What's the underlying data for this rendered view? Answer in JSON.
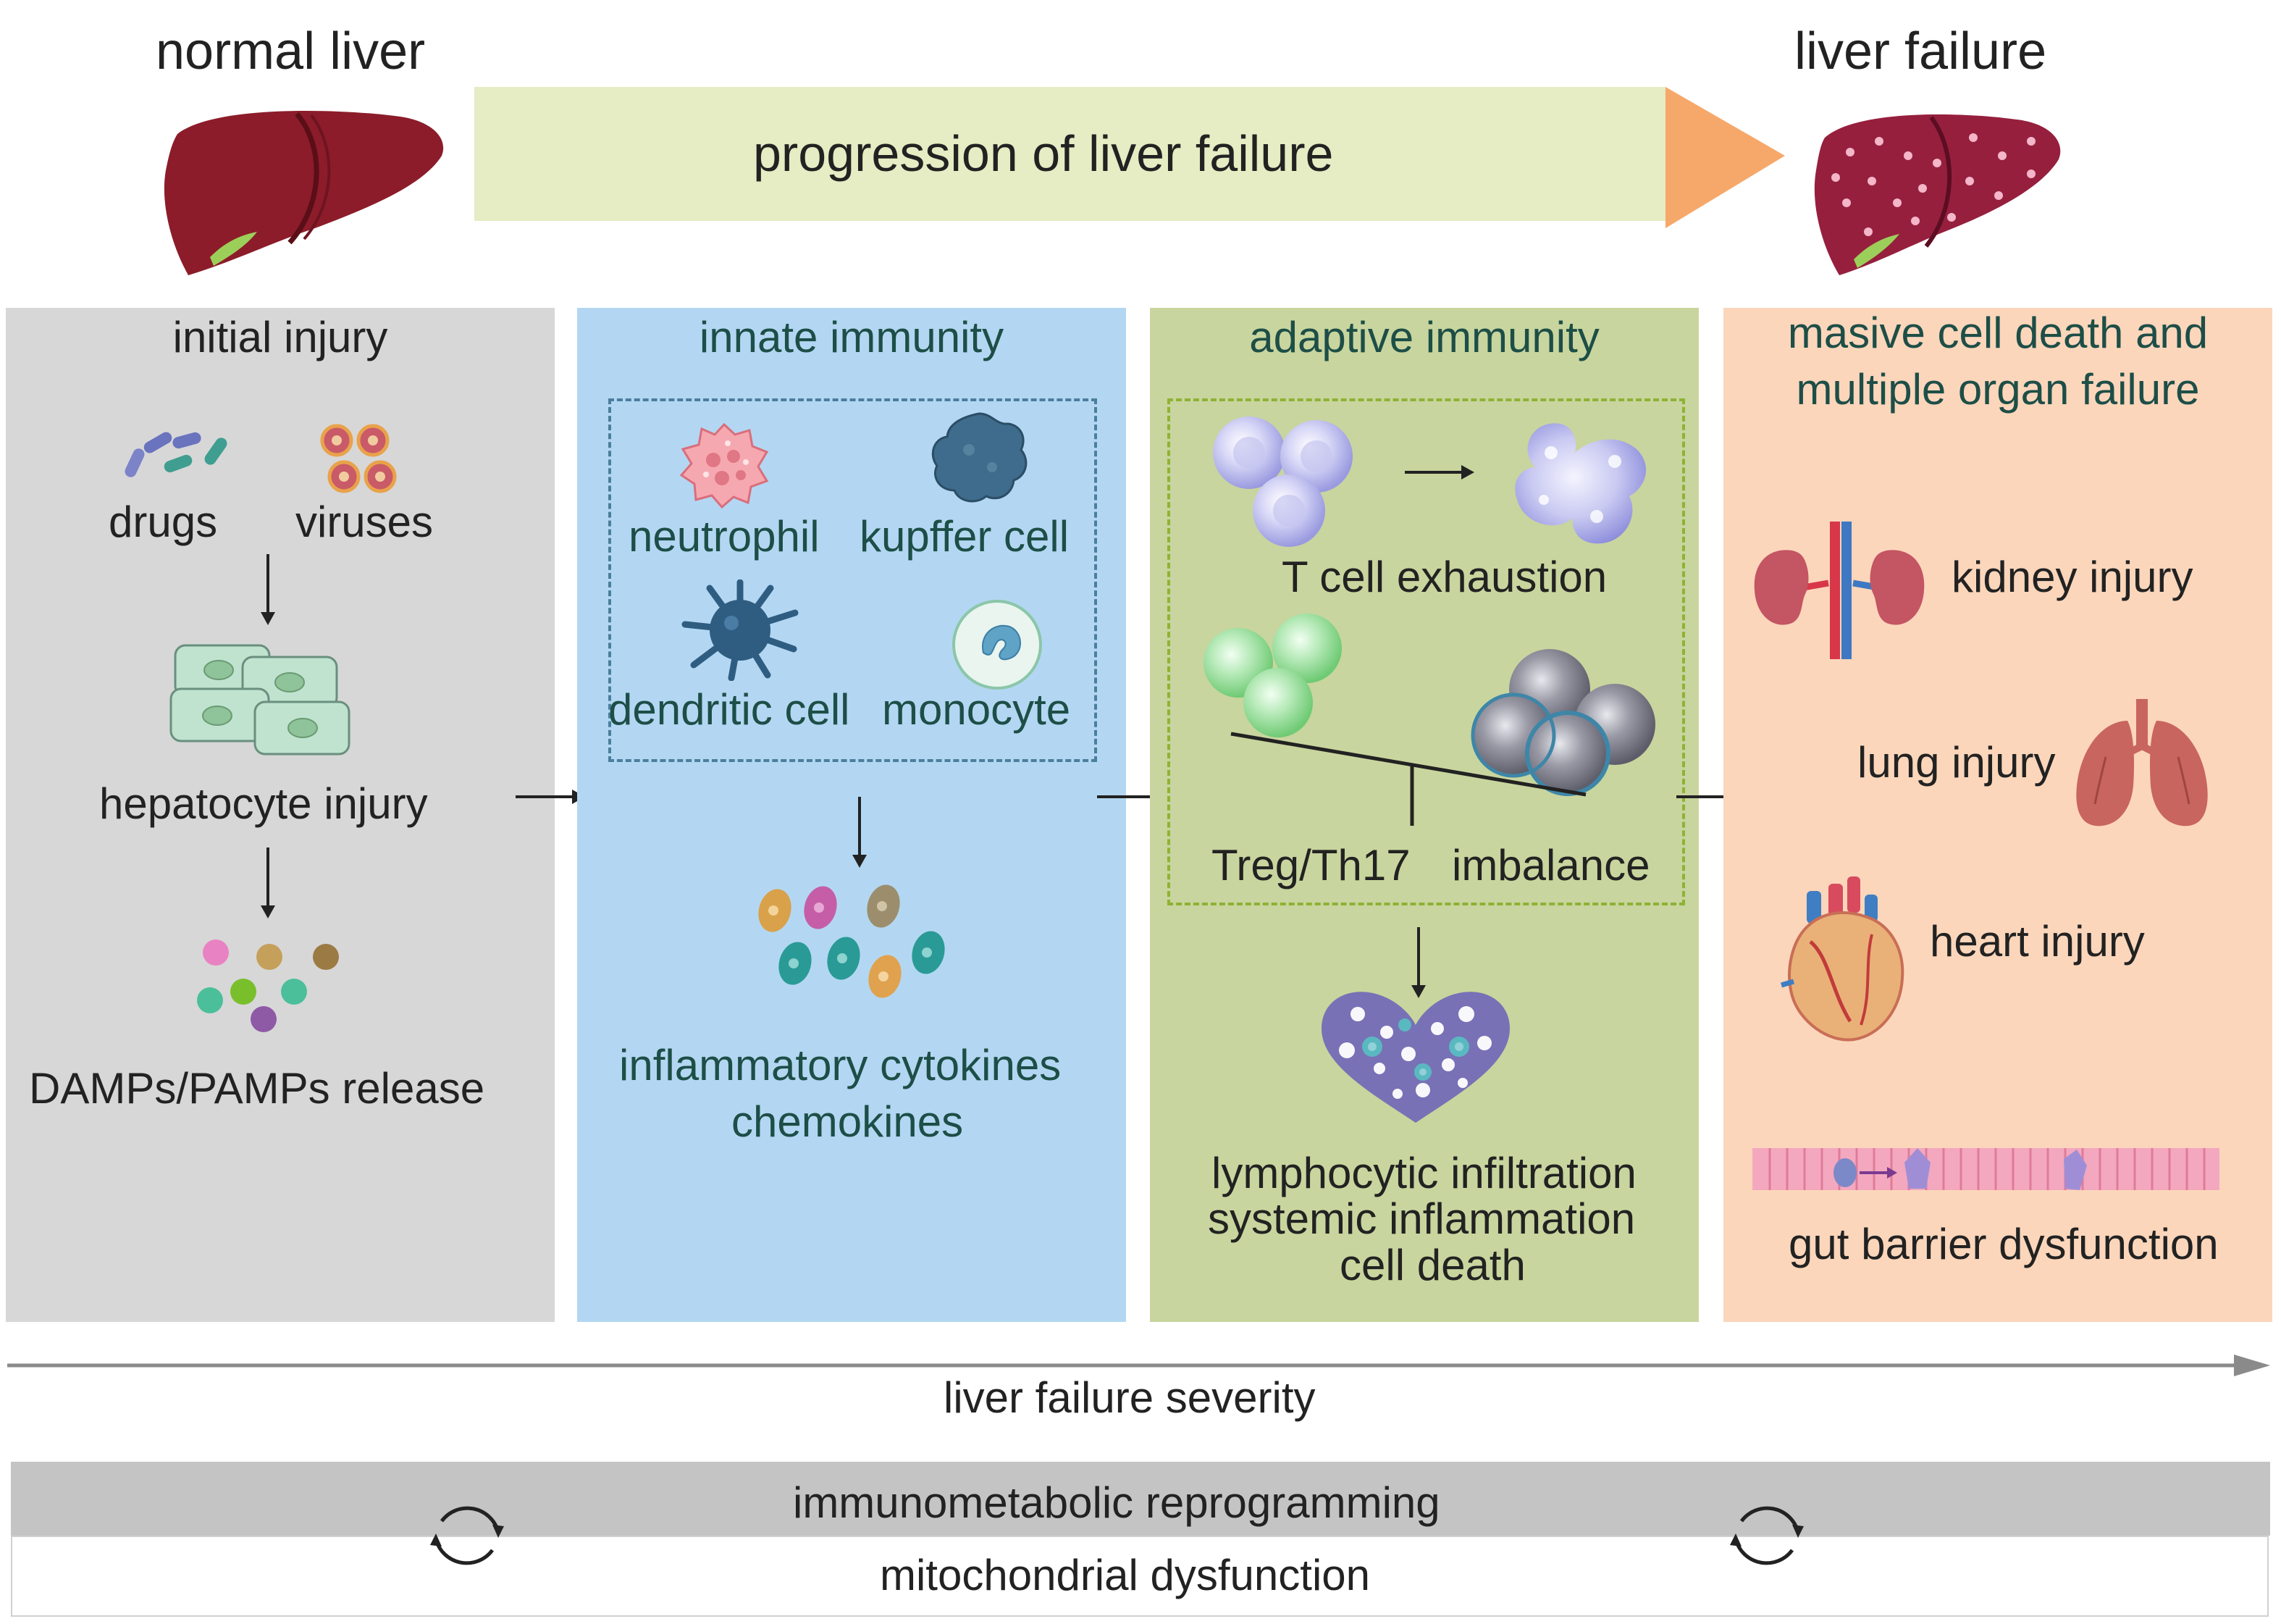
{
  "header": {
    "normal_liver": "normal liver",
    "liver_failure": "liver failure",
    "progression": "progression of liver failure"
  },
  "panels": {
    "initial_injury": {
      "title": "initial injury",
      "drugs": "drugs",
      "viruses": "viruses",
      "hepatocyte": "hepatocyte injury",
      "damps": "DAMPs/PAMPs release"
    },
    "innate_immunity": {
      "title": "innate immunity",
      "neutrophil": "neutrophil",
      "kupffer": "kupffer cell",
      "dendritic": "dendritic cell",
      "monocyte": "monocyte",
      "cytokines_line1": "inflammatory cytokines",
      "cytokines_line2": "chemokines"
    },
    "adaptive_immunity": {
      "title": "adaptive immunity",
      "exhaustion": "T cell exhaustion",
      "treg": "Treg/Th17",
      "imbalance": "imbalance",
      "outcome_line1": "lymphocytic infiltration",
      "outcome_line2": "systemic inflammation",
      "outcome_line3": "cell death"
    },
    "organ_failure": {
      "title_line1": "masive cell death and",
      "title_line2": "multiple organ failure",
      "kidney": "kidney injury",
      "lung": "lung injury",
      "heart": "heart injury",
      "gut": "gut barrier dysfunction"
    }
  },
  "footer": {
    "severity": "liver failure severity",
    "immunometabolic": "immunometabolic reprogramming",
    "mitochondrial": "mitochondrial dysfunction"
  },
  "colors": {
    "panel_gray": "#d7d7d7",
    "panel_blue": "#b3d7f2",
    "panel_green": "#c8d59e",
    "panel_orange": "#fbd6bb",
    "banner": "#e6ecc3",
    "banner_arrow": "#f6a86a",
    "liver": "#8c1c2a",
    "text_teal": "#1d4e47",
    "bar_gray": "#c4c4c4"
  },
  "icons": [
    "liver-icon",
    "diseased-liver-icon",
    "drug-capsules-icon",
    "virus-icon",
    "hepatocyte-icon",
    "damp-molecules-icon",
    "neutrophil-icon",
    "kupffer-cell-icon",
    "dendritic-cell-icon",
    "monocyte-icon",
    "cytokine-icon",
    "t-cell-icon",
    "exhausted-t-cell-icon",
    "treg-cell-icon",
    "th17-cell-icon",
    "infiltration-icon",
    "kidney-icon",
    "lung-icon",
    "heart-icon",
    "gut-icon",
    "cycle-icon"
  ]
}
